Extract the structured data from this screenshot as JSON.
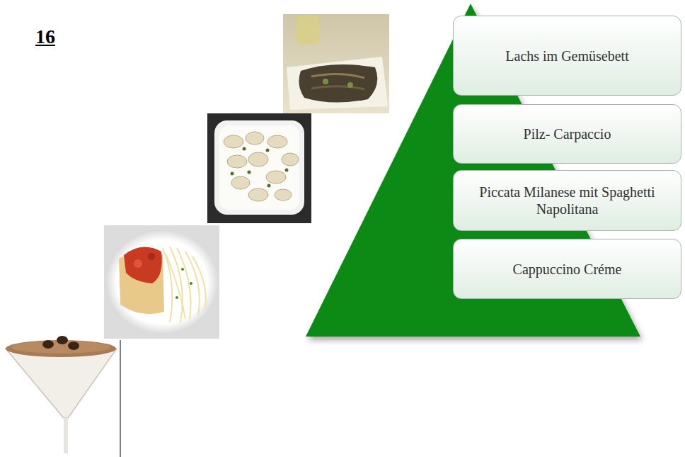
{
  "diagram": {
    "title": "16",
    "nodes": [
      {
        "text": [
          "Lachs im Gemüsebett"
        ]
      },
      {
        "text": [
          "Pilz- Carpaccio"
        ]
      },
      {
        "text": [
          "Piccata Milanese mit Spaghetti Napolitana"
        ]
      },
      {
        "text": [
          "Cappuccino Créme"
        ]
      }
    ]
  }
}
